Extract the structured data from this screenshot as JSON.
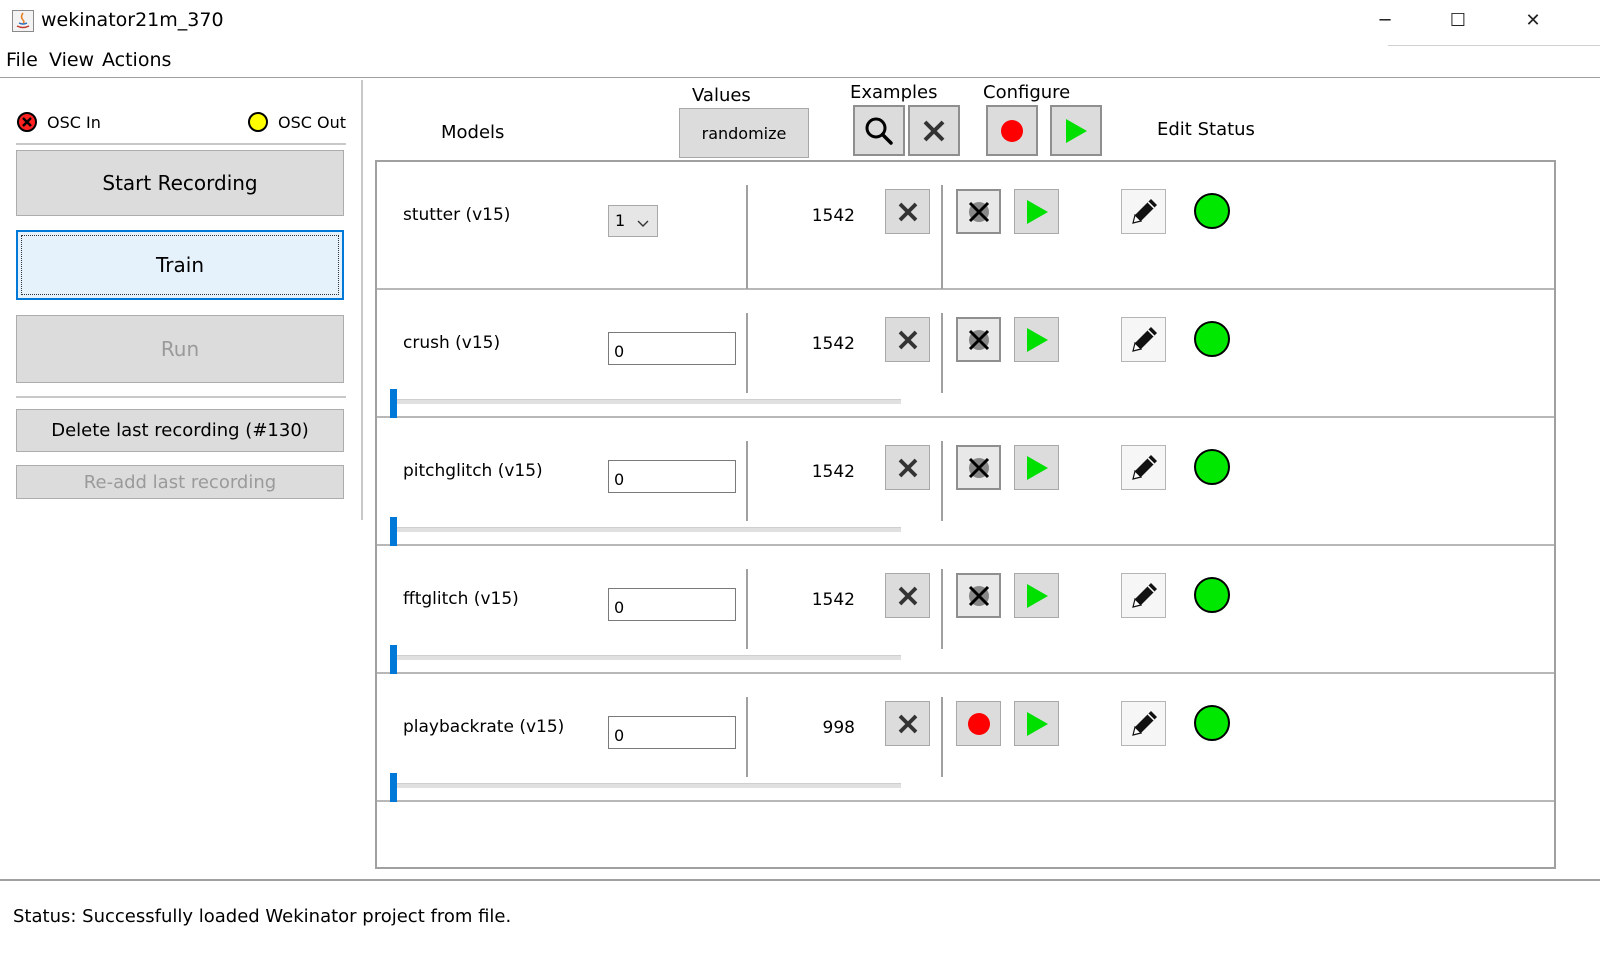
{
  "window": {
    "title": "wekinator21m_370",
    "minimize": "─",
    "maximize": "☐",
    "close": "✕"
  },
  "menu": [
    "File",
    "View",
    "Actions"
  ],
  "osc": {
    "in_label": "OSC In",
    "out_label": "OSC Out",
    "in_color": "#ff2020",
    "out_color": "#ffff00"
  },
  "left_panel": {
    "start_recording": "Start Recording",
    "train": "Train",
    "run": "Run",
    "delete_last": "Delete last recording (#130)",
    "readd_last": "Re-add last recording"
  },
  "header": {
    "models": "Models",
    "values": "Values",
    "randomize": "randomize",
    "examples": "Examples",
    "configure": "Configure",
    "edit_status": "Edit  Status"
  },
  "models": [
    {
      "name": "stutter (v15)",
      "value": "1",
      "value_type": "select",
      "examples": "1542",
      "record_state": "x",
      "has_slider": false
    },
    {
      "name": "crush (v15)",
      "value": "0",
      "value_type": "input",
      "examples": "1542",
      "record_state": "x",
      "has_slider": true,
      "slider_level": 0
    },
    {
      "name": "pitchglitch (v15)",
      "value": "0",
      "value_type": "input",
      "examples": "1542",
      "record_state": "x",
      "has_slider": true,
      "slider_level": 0
    },
    {
      "name": "fftglitch (v15)",
      "value": "0",
      "value_type": "input",
      "examples": "1542",
      "record_state": "x",
      "has_slider": true,
      "slider_level": 0
    },
    {
      "name": "playbackrate (v15)",
      "value": "0",
      "value_type": "input",
      "examples": "998",
      "record_state": "record",
      "has_slider": true,
      "slider_level": 0
    }
  ],
  "colors": {
    "accent": "#0078d7",
    "status_ok": "#00e800",
    "record_red": "#ff0000",
    "play_green": "#00e000"
  },
  "status": {
    "text": "Status:  Successfully loaded Wekinator project from file."
  }
}
